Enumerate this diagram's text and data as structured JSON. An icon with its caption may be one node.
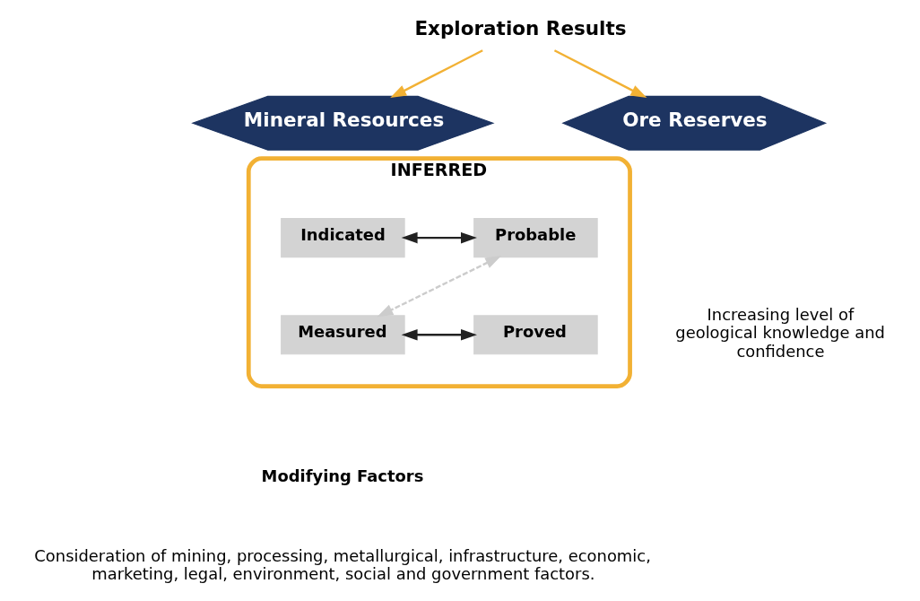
{
  "diagram": {
    "nodes": [
      {
        "text": [
          "Exploration Results"
        ]
      },
      {
        "text": [
          "Mineral Resources"
        ]
      },
      {
        "text": [
          "Ore Reserves"
        ]
      },
      {
        "text": [
          "INFERRED"
        ]
      },
      {
        "text": [
          "Indicated"
        ],
        "in": 3
      },
      {
        "text": [
          "Probable"
        ],
        "in": 3
      },
      {
        "text": [
          "Measured"
        ],
        "in": 3
      },
      {
        "text": [
          "Proved"
        ],
        "in": 3
      }
    ],
    "edges": [
      {
        "from": 0,
        "to": 1,
        "arrow": "to",
        "color": "#f2b134"
      },
      {
        "from": 0,
        "to": 2,
        "arrow": "to",
        "color": "#f2b134"
      },
      {
        "from": 4,
        "to": 5,
        "arrow": "both",
        "color": "#222222"
      },
      {
        "from": 5,
        "to": 6,
        "arrow": "both",
        "style": "dashed",
        "color": "#cccccc"
      },
      {
        "from": 6,
        "to": 7,
        "arrow": "both",
        "color": "#222222"
      }
    ],
    "labels": [
      "Increasing level of geological knowledge and confidence",
      "Modifying Factors",
      "Consideration of mining, processing, metallurgical, infrastructure, economic, marketing, legal, environment, social and government factors."
    ]
  }
}
